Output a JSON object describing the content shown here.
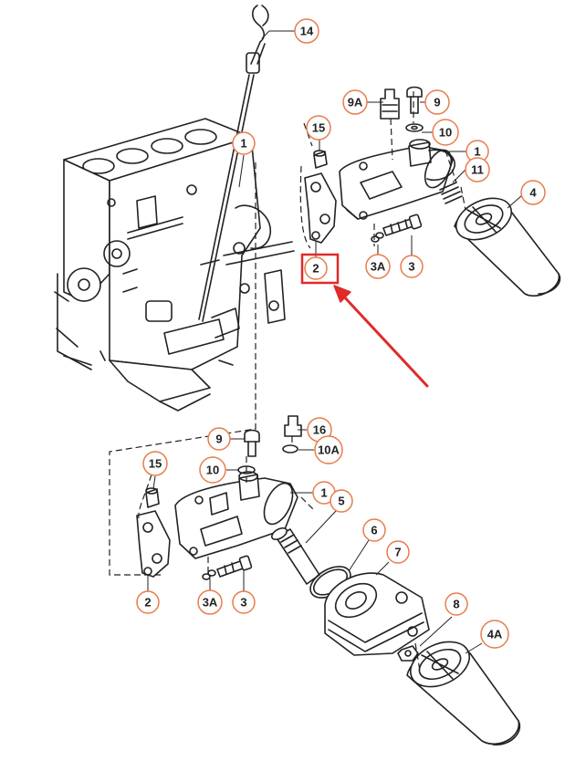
{
  "colors": {
    "callout_border": "#e87d4b",
    "highlight": "#e02a2a",
    "line": "#222222"
  },
  "callouts_top": [
    {
      "id": "c14",
      "label": "14"
    },
    {
      "id": "c9a",
      "label": "9A"
    },
    {
      "id": "c9",
      "label": "9"
    },
    {
      "id": "c10",
      "label": "10"
    },
    {
      "id": "c15",
      "label": "15"
    },
    {
      "id": "c1a",
      "label": "1"
    },
    {
      "id": "c1b",
      "label": "1"
    },
    {
      "id": "c11",
      "label": "11"
    },
    {
      "id": "c4",
      "label": "4"
    },
    {
      "id": "c2",
      "label": "2"
    },
    {
      "id": "c3a",
      "label": "3A"
    },
    {
      "id": "c3",
      "label": "3"
    }
  ],
  "callouts_bottom": [
    {
      "id": "b16",
      "label": "16"
    },
    {
      "id": "b9",
      "label": "9"
    },
    {
      "id": "b10a",
      "label": "10A"
    },
    {
      "id": "b10",
      "label": "10"
    },
    {
      "id": "b15",
      "label": "15"
    },
    {
      "id": "b1",
      "label": "1"
    },
    {
      "id": "b5",
      "label": "5"
    },
    {
      "id": "b6",
      "label": "6"
    },
    {
      "id": "b7",
      "label": "7"
    },
    {
      "id": "b2",
      "label": "2"
    },
    {
      "id": "b3a",
      "label": "3A"
    },
    {
      "id": "b3",
      "label": "3"
    },
    {
      "id": "b8",
      "label": "8"
    },
    {
      "id": "b4a",
      "label": "4A"
    }
  ],
  "highlight": {
    "target_label": "2",
    "icon": "red-arrow-icon"
  }
}
